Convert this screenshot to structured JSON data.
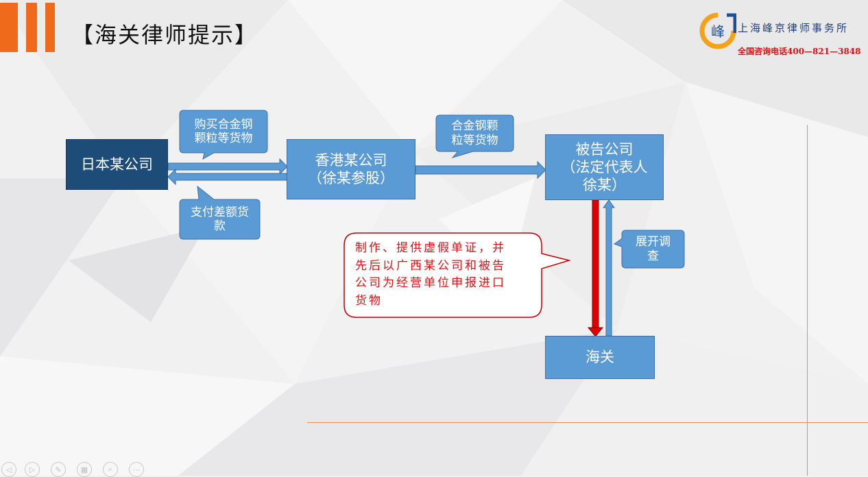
{
  "header": {
    "title": "【海关律师提示】",
    "firm_name": "上海峰京律师事务所",
    "hotline": "全国咨询电话400—821—3848",
    "logo_char": "峰",
    "accent_color": "#f06a1c"
  },
  "diagram": {
    "nodes": {
      "japan": "日本某公司",
      "hongkong": "香港某公司\n（徐某参股）",
      "defendant": "被告公司\n（法定代表人\n徐某）",
      "customs": "海关"
    },
    "callouts": {
      "buy": "购买合金钢\n颗粒等货物",
      "pay": "支付差额货\n款",
      "goods": "合金钢颗\n粒等货物",
      "investigate": "展开调\n查",
      "false_docs": "制作、提供虚假单证，并\n先后以广西某公司和被告\n公司为经营单位申报进口\n货物"
    },
    "colors": {
      "box_dark": "#1d4c78",
      "box_mid": "#5b9bd5",
      "arrow_red": "#e00000",
      "text_red": "#d11111"
    }
  },
  "controls": {
    "icons": [
      "prev-icon",
      "play-icon",
      "pen-icon",
      "grid-icon",
      "zoom-icon",
      "more-icon"
    ]
  }
}
